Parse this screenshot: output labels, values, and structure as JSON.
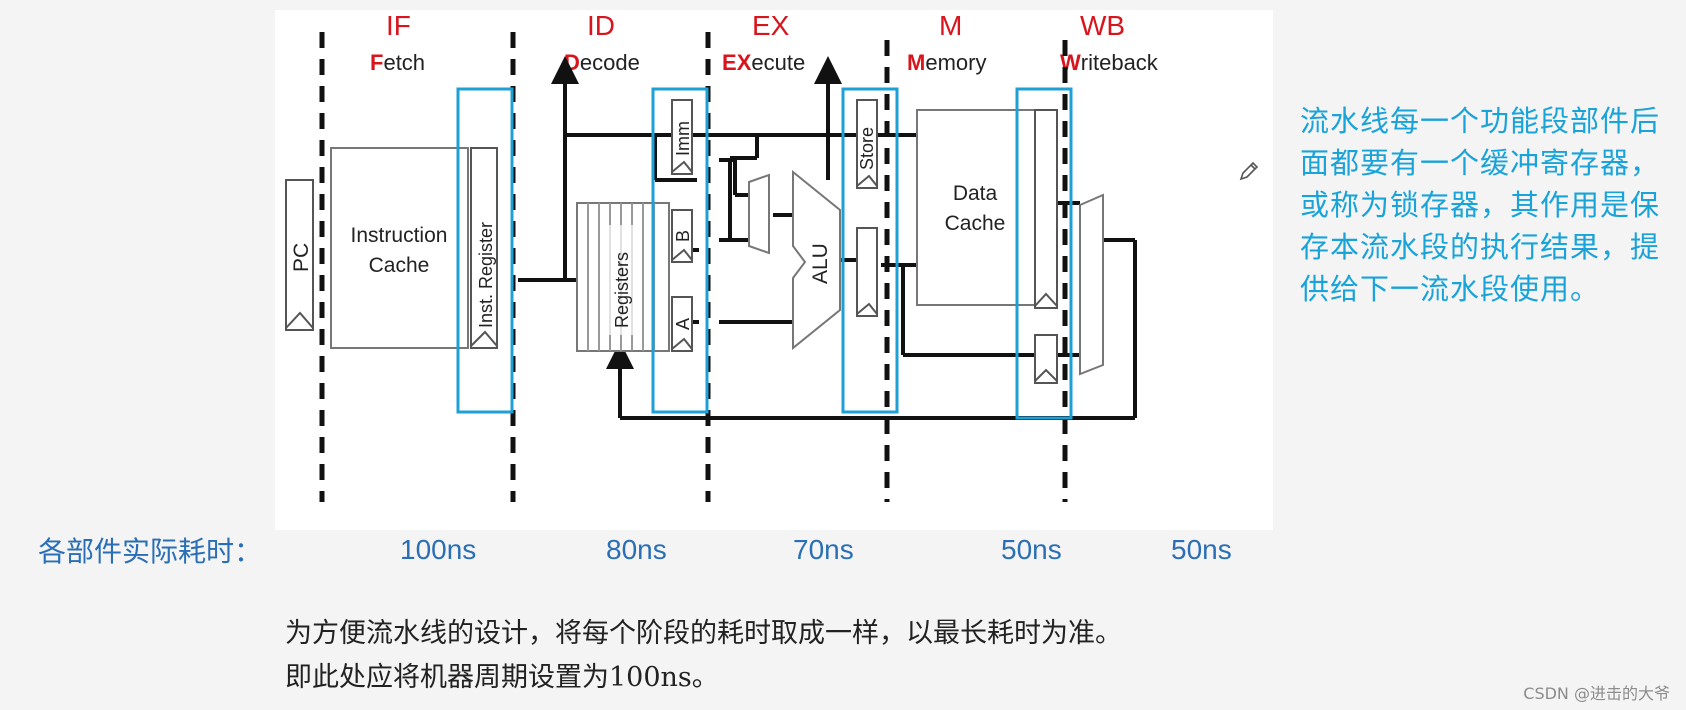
{
  "stages": [
    {
      "abbr": "IF",
      "first": "F",
      "rest": "etch"
    },
    {
      "abbr": "ID",
      "first": "D",
      "rest": "ecode"
    },
    {
      "abbr": "EX",
      "first": "E",
      "second": "X",
      "rest": "ecute"
    },
    {
      "abbr": "M",
      "first": "M",
      "rest": "emory"
    },
    {
      "abbr": "WB",
      "first": "W",
      "rest": "riteback"
    }
  ],
  "components": {
    "pc": "PC",
    "instruction_cache_line1": "Instruction",
    "instruction_cache_line2": "Cache",
    "inst_register": "Inst. Register",
    "registers": "Registers",
    "imm": "Imm",
    "reg_b": "B",
    "reg_a": "A",
    "alu": "ALU",
    "store": "Store",
    "data_cache_line1": "Data",
    "data_cache_line2": "Cache"
  },
  "side_note": "流水线每一个功能段部件后面都要有一个缓冲寄存器，或称为锁存器，其作用是保存本流水段的执行结果，提供给下一流水段使用。",
  "timing": {
    "label": "各部件实际耗时：",
    "values": [
      "100ns",
      "80ns",
      "70ns",
      "50ns",
      "50ns"
    ]
  },
  "bottom_note": {
    "line1": "为方便流水线的设计，将每个阶段的耗时取成一样，以最长耗时为准。",
    "line2": "即此处应将机器周期设置为100ns。"
  },
  "watermark": "CSDN @进击的大爷",
  "colors": {
    "stage_red": "#d8141c",
    "latch_box_blue": "#1e9fd6",
    "side_note_cyan": "#1aa3d8",
    "timing_blue": "#2a6fb5"
  }
}
